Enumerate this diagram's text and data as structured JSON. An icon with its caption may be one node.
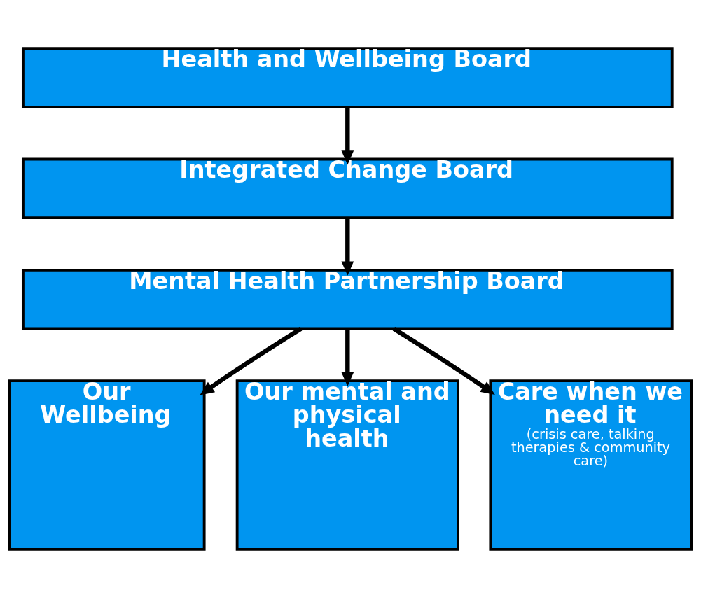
{
  "diagram": {
    "nodes": [
      {
        "text": [
          "Health and Wellbeing Board"
        ]
      },
      {
        "text": [
          "Integrated Change Board"
        ]
      },
      {
        "text": [
          "Mental Health Partnership Board"
        ]
      },
      {
        "text": [
          "Our Wellbeing"
        ]
      },
      {
        "text": [
          "Our mental and physical health"
        ]
      },
      {
        "text": [
          "Care when we need it",
          "(crisis care, talking therapies & community care)"
        ]
      }
    ],
    "edges": [
      {
        "from": 0,
        "to": 1,
        "arrow": "to"
      },
      {
        "from": 1,
        "to": 2,
        "arrow": "to"
      },
      {
        "from": 2,
        "to": 3,
        "arrow": "to"
      },
      {
        "from": 2,
        "to": 4,
        "arrow": "to"
      },
      {
        "from": 2,
        "to": 5,
        "arrow": "to"
      }
    ]
  }
}
